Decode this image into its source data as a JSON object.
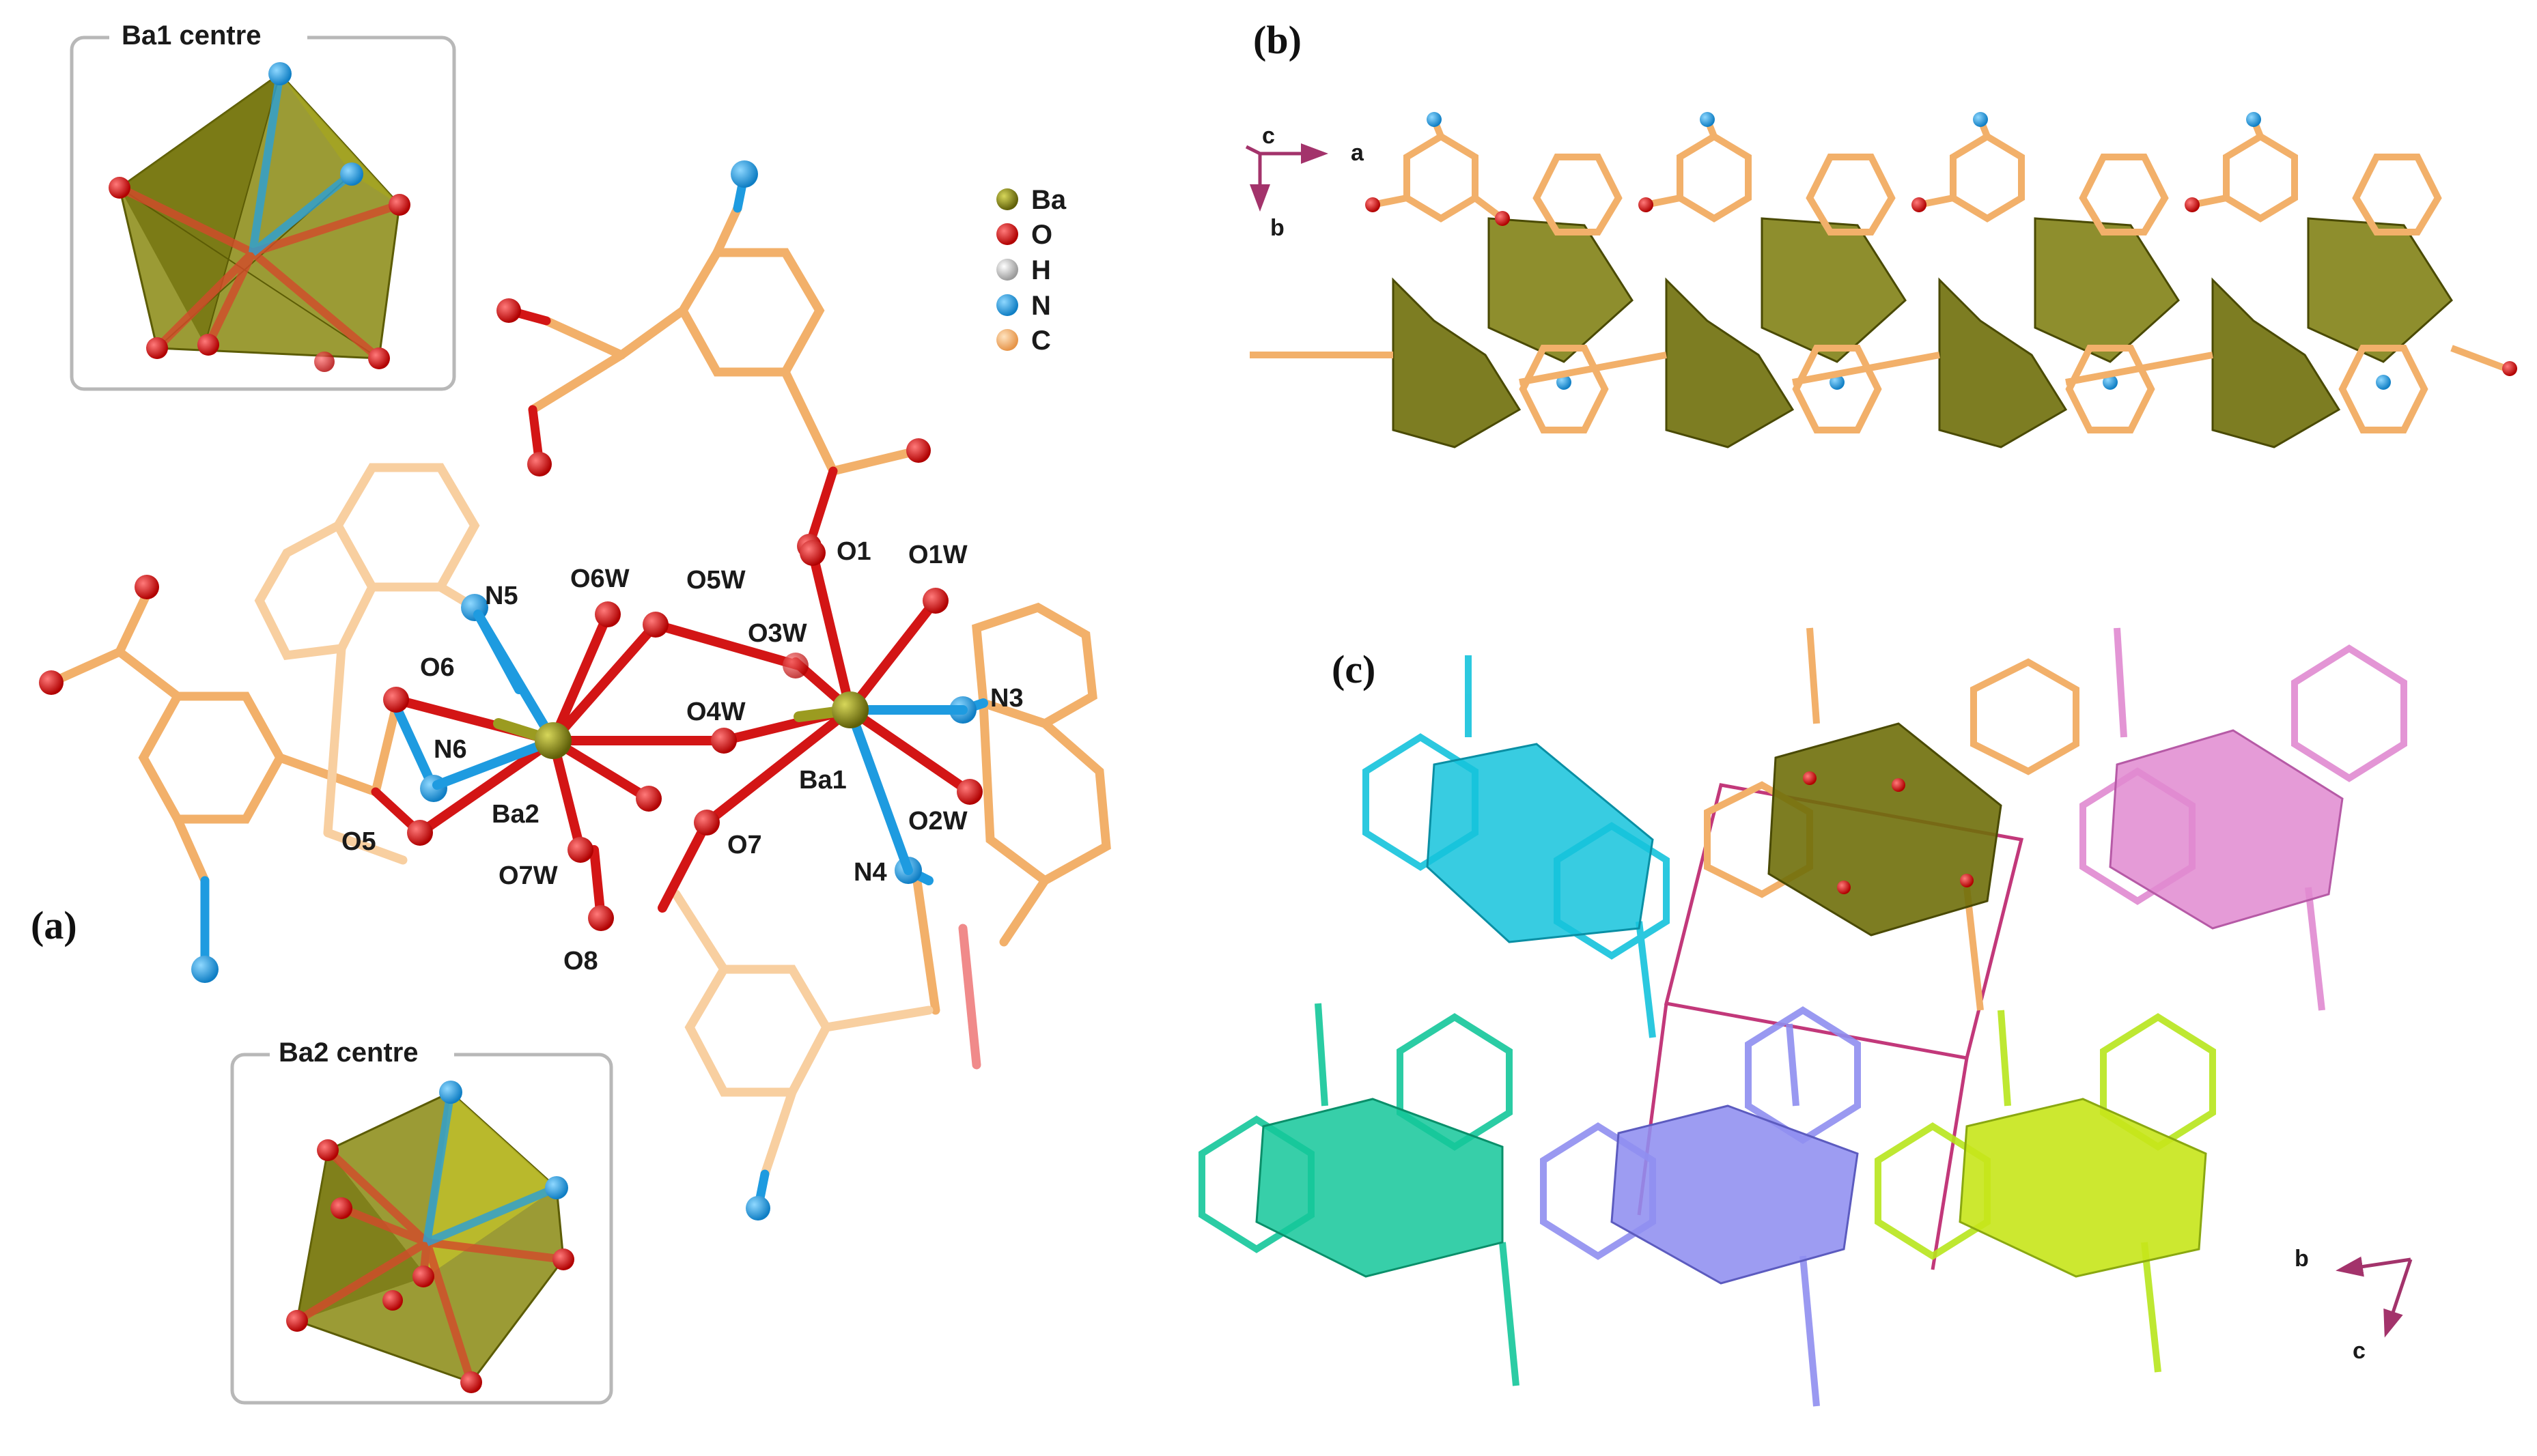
{
  "panels": {
    "a": "(a)",
    "b": "(b)",
    "c": "(c)"
  },
  "insets": {
    "ba1_title": "Ba1 centre",
    "ba2_title": "Ba2 centre"
  },
  "legend": [
    {
      "symbol": "Ba",
      "color": "#7a7a10"
    },
    {
      "symbol": "O",
      "color": "#d31515"
    },
    {
      "symbol": "H",
      "color": "#d8d8d8"
    },
    {
      "symbol": "N",
      "color": "#1e9be0"
    },
    {
      "symbol": "C",
      "color": "#f2b06a"
    }
  ],
  "atom_labels": {
    "n5": "N5",
    "o6w": "O6W",
    "o5w": "O5W",
    "o1": "O1",
    "o1w": "O1W",
    "o3w": "O3W",
    "o6": "O6",
    "n6": "N6",
    "o4w": "O4W",
    "n3": "N3",
    "ba2": "Ba2",
    "ba1": "Ba1",
    "o2w": "O2W",
    "o5": "O5",
    "o7w": "O7W",
    "o7": "O7",
    "n4": "N4",
    "o8": "O8"
  },
  "axes_b": {
    "c": "c",
    "a": "a",
    "b": "b"
  },
  "axes_c": {
    "b": "b",
    "c": "c"
  },
  "colors": {
    "ba": "#7a7a10",
    "o": "#d31515",
    "n": "#1e9be0",
    "c": "#f2b06a",
    "cyan": "#15c3dc",
    "teal": "#14c79a",
    "lavender": "#8f8ef0",
    "pink": "#e08ad0",
    "lime": "#b7e61c",
    "axis": "#a3336b"
  }
}
